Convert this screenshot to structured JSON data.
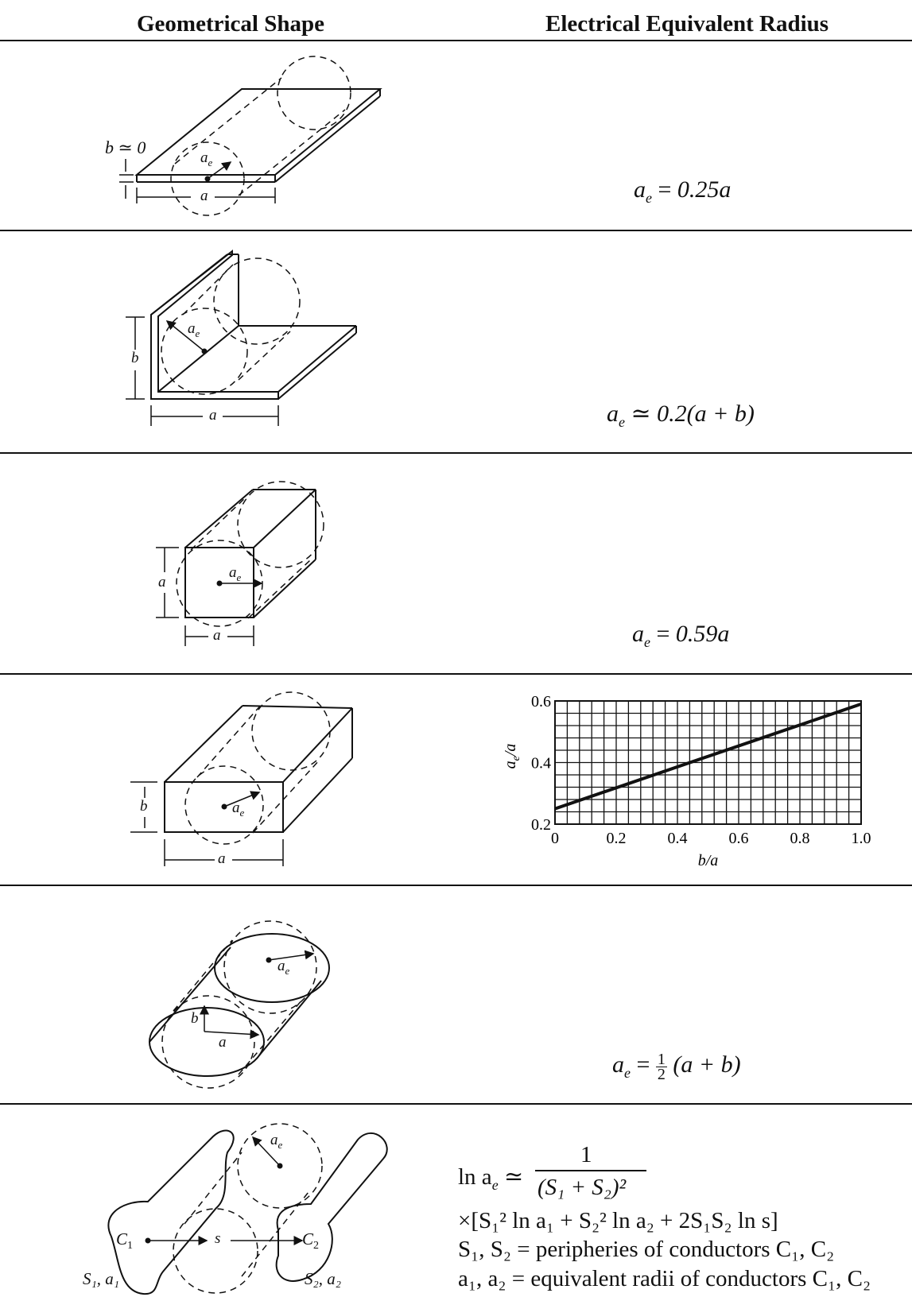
{
  "header": {
    "left": "Geometrical Shape",
    "right": "Electrical Equivalent Radius"
  },
  "rows": [
    {
      "shape_labels": {
        "b_zero": "b ≃ 0",
        "ae": "a",
        "ae_sub": "e",
        "a": "a"
      },
      "formula": {
        "lhs": "a",
        "lhs_sub": "e",
        "rel": "=",
        "rhs": "0.25a"
      }
    },
    {
      "shape_labels": {
        "ae": "a",
        "ae_sub": "e",
        "b": "b",
        "a": "a"
      },
      "formula": {
        "lhs": "a",
        "lhs_sub": "e",
        "rel": "≃",
        "rhs": "0.2(a + b)"
      }
    },
    {
      "shape_labels": {
        "ae": "a",
        "ae_sub": "e",
        "a_side": "a",
        "a_bottom": "a"
      },
      "formula": {
        "lhs": "a",
        "lhs_sub": "e",
        "rel": "=",
        "rhs": "0.59a"
      }
    },
    {
      "shape_labels": {
        "ae": "a",
        "ae_sub": "e",
        "b": "b",
        "a": "a"
      }
    },
    {
      "shape_labels": {
        "ae": "a",
        "ae_sub": "e",
        "b": "b",
        "a": "a"
      },
      "formula": {
        "lhs": "a",
        "lhs_sub": "e",
        "rel": "=",
        "frac_num": "1",
        "frac_den": "2",
        "rhs": "(a + b)"
      }
    },
    {
      "shape_labels": {
        "ae": "a",
        "ae_sub": "e",
        "c1": "C",
        "c1_sub": "1",
        "c2": "C",
        "c2_sub": "2",
        "s": "s",
        "s1a1": "S₁, a₁",
        "s2a2": "S₂, a₂"
      },
      "formula": {
        "line1_lhs": "ln a",
        "line1_lhs_sub": "e",
        "line1_rel": "≃",
        "line1_num": "1",
        "line1_den": "(S₁ + S₂)²",
        "line2": "×[S₁² ln a₁ + S₂² ln a₂ + 2S₁S₂ ln s]",
        "line3": "S₁, S₂ = peripheries of conductors C₁, C₂",
        "line4": "a₁, a₂ = equivalent radii of conductors C₁, C₂"
      }
    }
  ],
  "chart_data": {
    "type": "line",
    "x": [
      0,
      1.0
    ],
    "series": [
      {
        "values": [
          0.25,
          0.59
        ]
      }
    ],
    "xlabel": "b/a",
    "ylabel": "a_e/a",
    "xlim": [
      0,
      1.0
    ],
    "ylim": [
      0.2,
      0.6
    ],
    "xticks": [
      "0",
      "0.2",
      "0.4",
      "0.6",
      "0.8",
      "1.0"
    ],
    "yticks": [
      "0.2",
      "0.4",
      "0.6"
    ],
    "grid": true
  }
}
